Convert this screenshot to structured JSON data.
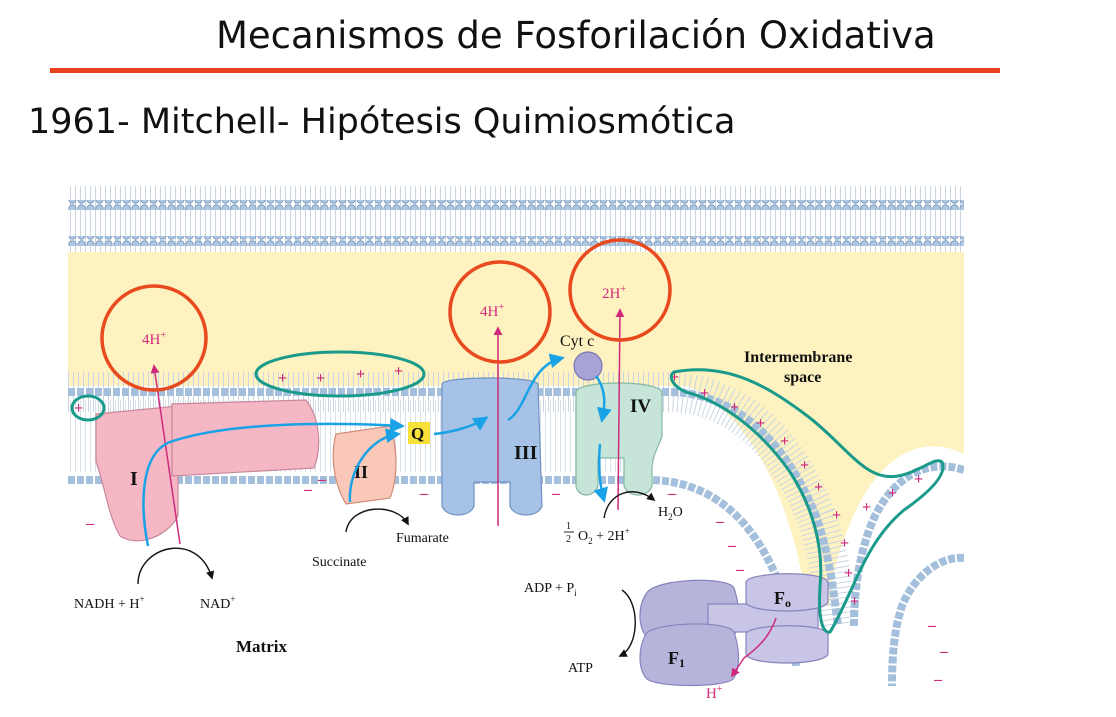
{
  "slide": {
    "title": "Mecanismos de Fosforilación Oxidativa",
    "subtitle": "1961- Mitchell- Hipótesis Quimiosmótica",
    "accent_color": "#e8401c"
  },
  "diagram": {
    "compartments": {
      "intermembrane": "Intermembrane",
      "intermembrane_2": "space",
      "matrix": "Matrix"
    },
    "complexes": {
      "c1": "I",
      "c2": "II",
      "c3": "III",
      "c4": "IV",
      "q": "Q",
      "cytc": "Cyt c",
      "fo": "F",
      "fo_sub": "o",
      "f1": "F",
      "f1_sub": "1"
    },
    "protons": {
      "c1": "4H",
      "c3": "4H",
      "c4": "2H",
      "sup": "+",
      "atp_synthase": "H"
    },
    "reactions": {
      "nadh": "NADH + H",
      "nad": "NAD",
      "succinate": "Succinate",
      "fumarate": "Fumarate",
      "h2o": "H",
      "h2o_sub": "2",
      "h2o_end": "O",
      "half_num": "1",
      "half_den": "2",
      "o2_sub": "2",
      "o2_rest": " + 2H",
      "adp": "ADP + P",
      "adp_sub": "i",
      "atp": "ATP"
    },
    "charges": {
      "plus": "+",
      "minus": "–"
    },
    "colors": {
      "membrane_head": "#a4bfdc",
      "intermembrane_fill": "#fdf2c0",
      "proton_text": "#d02a7c",
      "electron_flow": "#1aa2e6",
      "highlight_circle": "#e84a1e",
      "highlight_outline": "#1a9a8a"
    }
  }
}
